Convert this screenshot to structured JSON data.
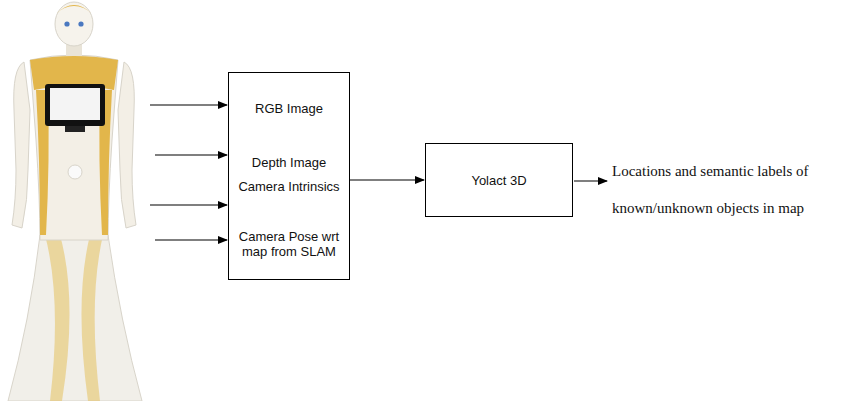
{
  "diagram": {
    "nodes": [
      {
        "text": [
          "RGB Image",
          "Depth Image",
          "Camera Intrinsics",
          "Camera Pose wrt map from SLAM"
        ]
      },
      {
        "text": [
          "Yolact 3D"
        ]
      }
    ],
    "edges": [
      {
        "from": 0,
        "to": 1,
        "arrow": "to"
      }
    ],
    "labels": [
      "Locations and semantic labels of known/unknown objects in map"
    ]
  }
}
